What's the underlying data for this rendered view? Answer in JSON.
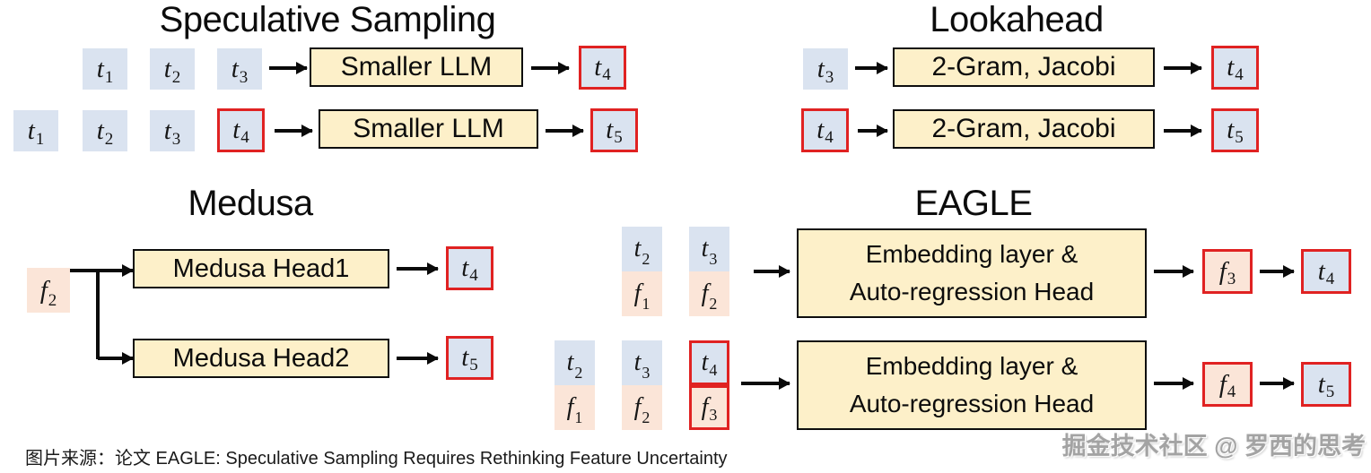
{
  "colors": {
    "token_blue": "#dae3f0",
    "feature_pink": "#fbe5d8",
    "block_yellow": "#fdf0c9",
    "accepted_red_border": "#e02222",
    "line_black": "#0a0a0a"
  },
  "panels": {
    "speculative_sampling": {
      "title": "Speculative Sampling",
      "rows": [
        {
          "inputs": [
            {
              "base": "t",
              "sub": "1"
            },
            {
              "base": "t",
              "sub": "2"
            },
            {
              "base": "t",
              "sub": "3"
            }
          ],
          "block": "Smaller LLM",
          "output": {
            "base": "t",
            "sub": "4"
          }
        },
        {
          "inputs": [
            {
              "base": "t",
              "sub": "1"
            },
            {
              "base": "t",
              "sub": "2"
            },
            {
              "base": "t",
              "sub": "3"
            },
            {
              "base": "t",
              "sub": "4"
            }
          ],
          "block": "Smaller LLM",
          "output": {
            "base": "t",
            "sub": "5"
          }
        }
      ]
    },
    "lookahead": {
      "title": "Lookahead",
      "rows": [
        {
          "input": {
            "base": "t",
            "sub": "3"
          },
          "block": "2-Gram, Jacobi",
          "output": {
            "base": "t",
            "sub": "4"
          }
        },
        {
          "input": {
            "base": "t",
            "sub": "4"
          },
          "block": "2-Gram, Jacobi",
          "output": {
            "base": "t",
            "sub": "5"
          }
        }
      ]
    },
    "medusa": {
      "title": "Medusa",
      "input": {
        "base": "f",
        "sub": "2"
      },
      "branches": [
        {
          "block": "Medusa Head1",
          "output": {
            "base": "t",
            "sub": "4"
          }
        },
        {
          "block": "Medusa Head2",
          "output": {
            "base": "t",
            "sub": "5"
          }
        }
      ]
    },
    "eagle": {
      "title": "EAGLE",
      "block_line1": "Embedding layer &",
      "block_line2": "Auto-regression Head",
      "rows": [
        {
          "stacks": [
            {
              "top": {
                "base": "t",
                "sub": "2"
              },
              "bottom": {
                "base": "f",
                "sub": "1"
              }
            },
            {
              "top": {
                "base": "t",
                "sub": "3"
              },
              "bottom": {
                "base": "f",
                "sub": "2"
              }
            }
          ],
          "outputs": [
            {
              "base": "f",
              "sub": "3"
            },
            {
              "base": "t",
              "sub": "4"
            }
          ]
        },
        {
          "stacks": [
            {
              "top": {
                "base": "t",
                "sub": "2"
              },
              "bottom": {
                "base": "f",
                "sub": "1"
              }
            },
            {
              "top": {
                "base": "t",
                "sub": "3"
              },
              "bottom": {
                "base": "f",
                "sub": "2"
              }
            },
            {
              "top": {
                "base": "t",
                "sub": "4"
              },
              "bottom": {
                "base": "f",
                "sub": "3"
              }
            }
          ],
          "outputs": [
            {
              "base": "f",
              "sub": "4"
            },
            {
              "base": "t",
              "sub": "5"
            }
          ]
        }
      ]
    }
  },
  "footer": {
    "caption": "图片来源：论文 EAGLE: Speculative Sampling Requires Rethinking Feature Uncertainty",
    "watermark": "掘金技术社区 @ 罗西的思考"
  }
}
